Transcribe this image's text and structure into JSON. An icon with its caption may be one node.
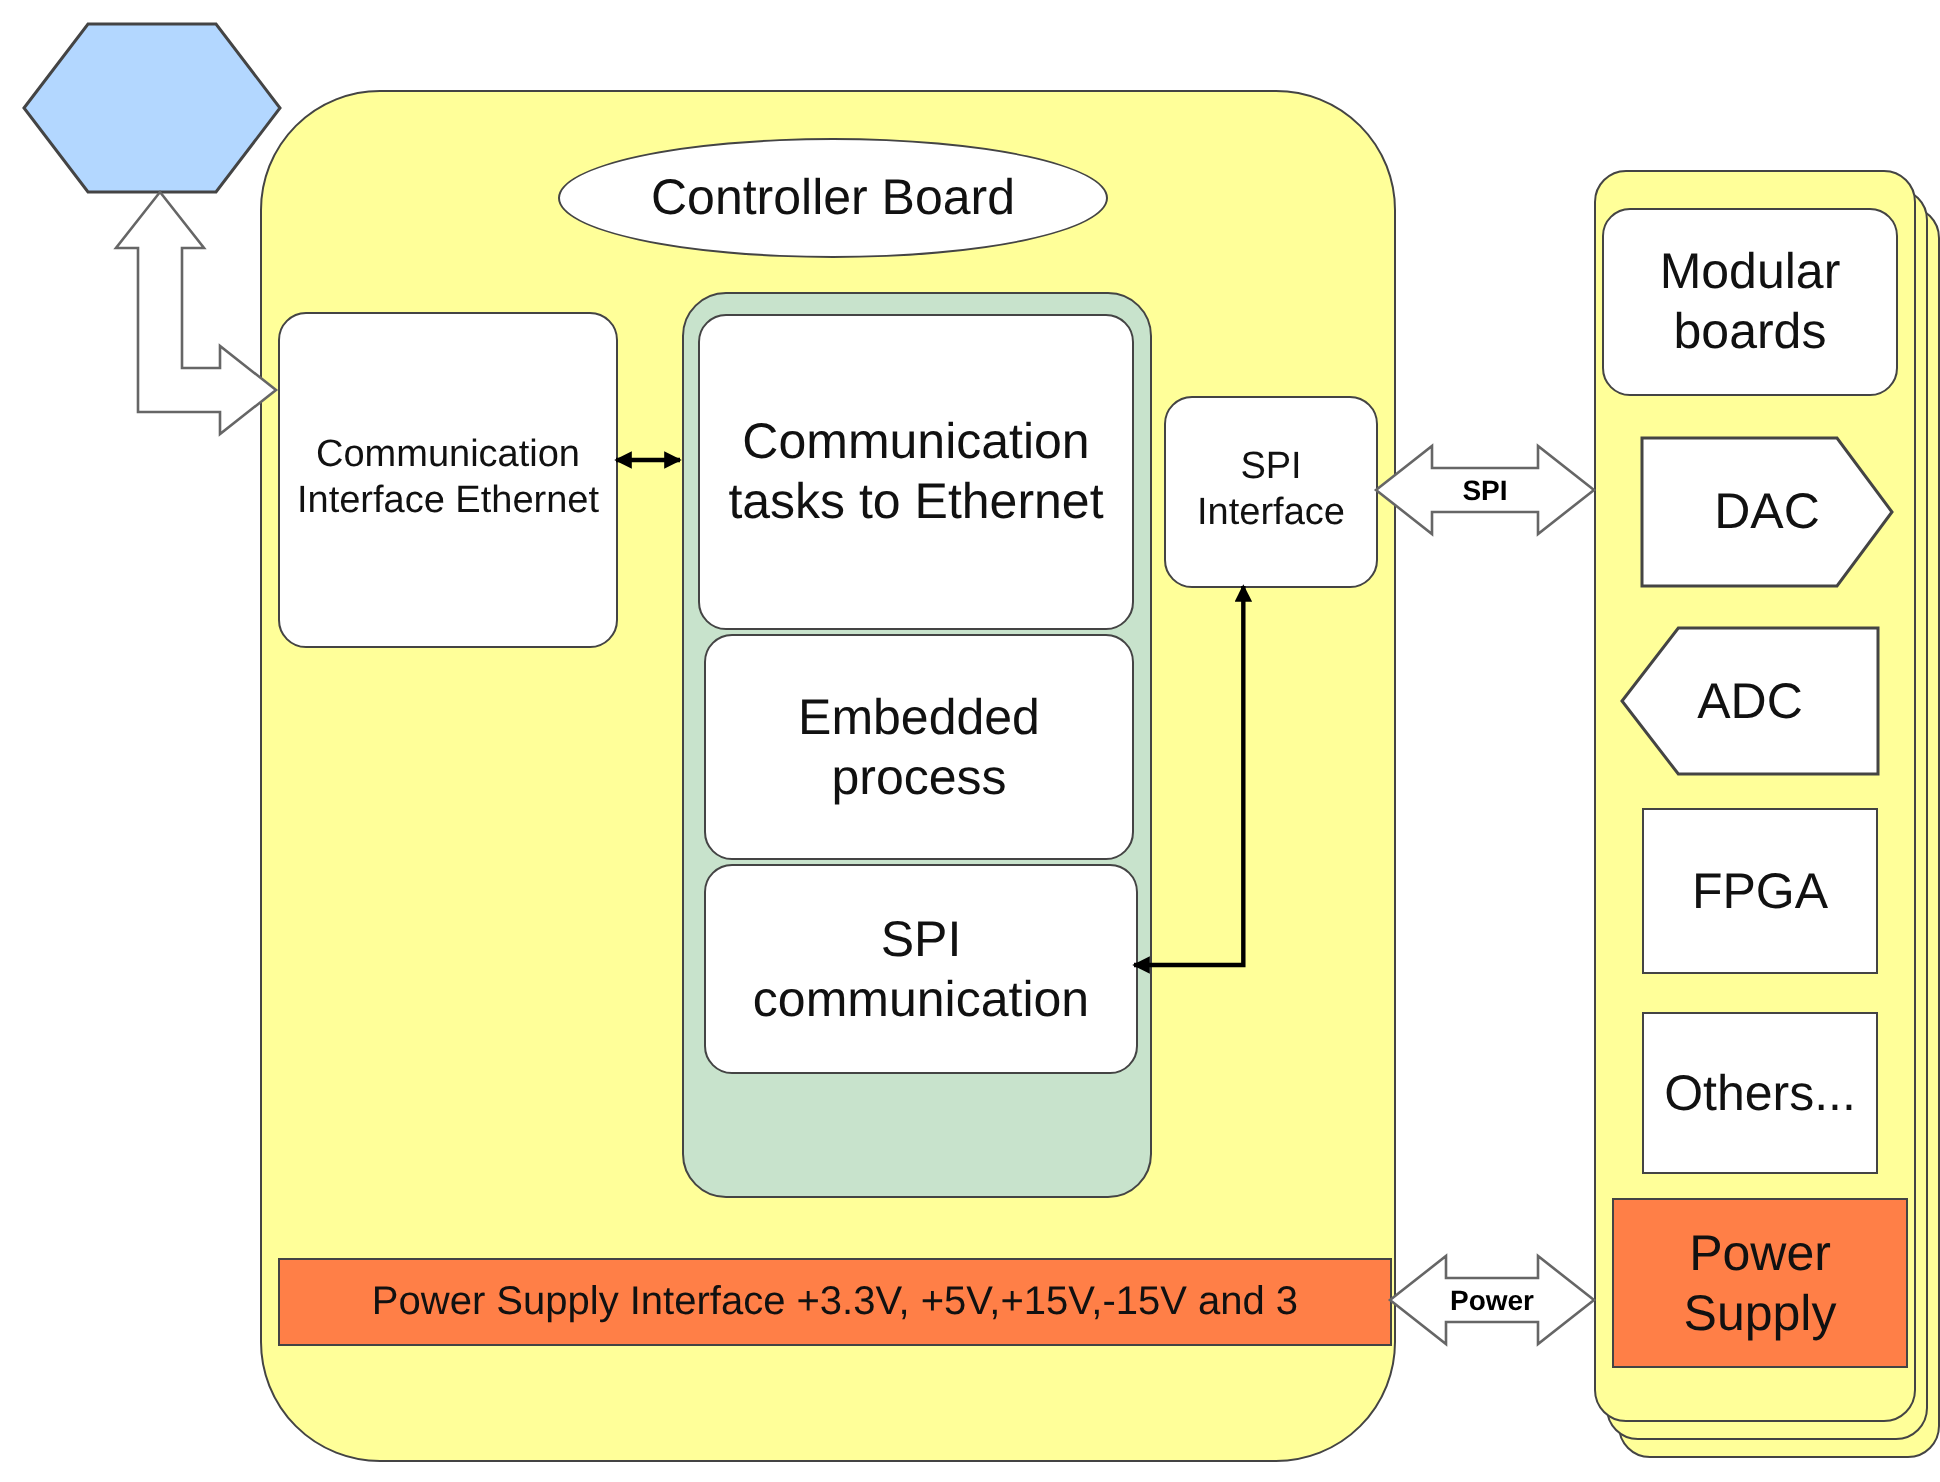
{
  "diagram": {
    "nodes": [
      {
        "text": [],
        "shape": "hexagon"
      },
      {
        "text": [
          "Controller Board"
        ]
      },
      {
        "text": [
          "Communication Interface Ethernet"
        ],
        "in": 1
      },
      {
        "text": [],
        "shape": "box",
        "in": 1
      },
      {
        "text": [
          "Communication tasks to Ethernet"
        ],
        "in": 3
      },
      {
        "text": [
          "Embedded process"
        ],
        "in": 3
      },
      {
        "text": [
          "SPI communication"
        ],
        "in": 3
      },
      {
        "text": [
          "SPI Interface"
        ],
        "in": 1
      },
      {
        "text": [
          "Power Supply Interface +3.3V, +5V,+15V,-15V and 3"
        ],
        "in": 1
      },
      {
        "text": [],
        "shape": "box"
      },
      {
        "text": [
          "Modular boards"
        ],
        "in": 9
      },
      {
        "text": [
          "DAC"
        ],
        "in": 9
      },
      {
        "text": [
          "ADC"
        ],
        "in": 9
      },
      {
        "text": [
          "FPGA"
        ],
        "in": 9
      },
      {
        "text": [
          "Others..."
        ],
        "in": 9
      },
      {
        "text": [
          "Power Supply"
        ],
        "in": 9
      }
    ],
    "edges": [
      {
        "from": 0,
        "to": 2,
        "arrow": "both",
        "style": "thick"
      },
      {
        "from": 2,
        "to": 3,
        "arrow": "both"
      },
      {
        "from": 6,
        "to": 7,
        "arrow": "both"
      },
      {
        "from": 7,
        "to": 9,
        "arrow": "both",
        "style": "thick",
        "label": "SPI"
      },
      {
        "from": 8,
        "to": 9,
        "arrow": "both",
        "style": "thick",
        "label": "Power"
      }
    ]
  }
}
